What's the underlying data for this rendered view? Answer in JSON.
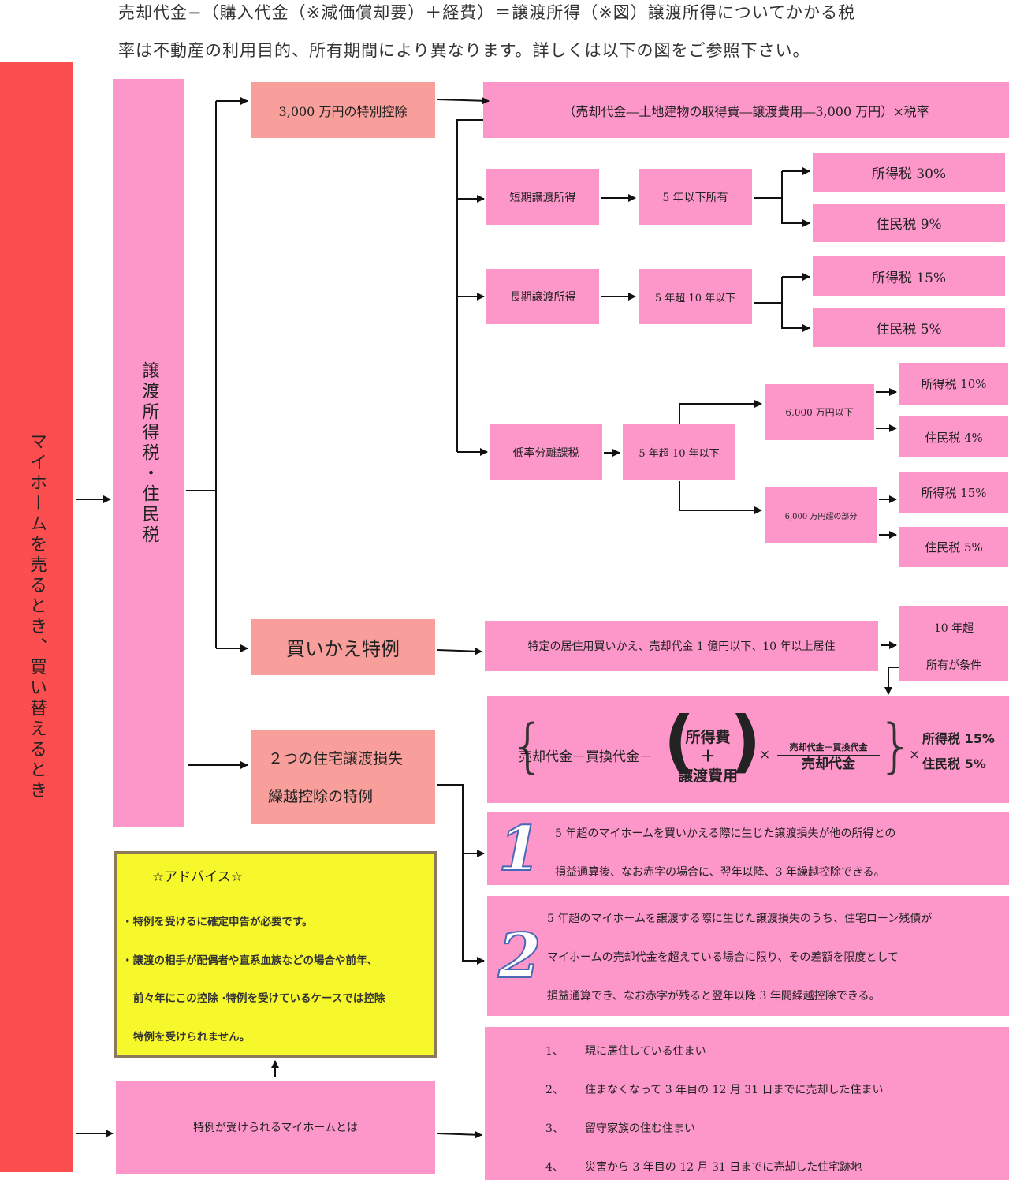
{
  "intro": {
    "line1": "売却代金−（購入代金（※減価償却要）＋経費）＝譲渡所得（※図）譲渡所得についてかかる税",
    "line2": "率は不動産の利用目的、所有期間により異なります。詳しくは以下の図をご参照下さい。"
  },
  "colors": {
    "red_bar": "#fc4d4f",
    "pink": "#fd96c9",
    "salmon": "#f89e9b",
    "advice_bg": "#f7f82b",
    "advice_border": "#8c7a5b"
  },
  "root": {
    "label": "マイホームを売るとき、買い替えるとき"
  },
  "tax_column": {
    "label": "譲渡所得税・住民税"
  },
  "special_deduction": {
    "label": "3,000 万円の特別控除",
    "formula": "（売却代金―土地建物の取得費―譲渡費用―3,000 万円）×税率"
  },
  "short_term": {
    "label": "短期譲渡所得",
    "holding": "5 年以下所有",
    "income_tax": "所得税 30%",
    "resident_tax": "住民税  9%"
  },
  "long_term": {
    "label": "長期譲渡所得",
    "holding": "5 年超 10 年以下",
    "income_tax": "所得税 15%",
    "resident_tax": "住民税 5%"
  },
  "low_rate": {
    "label": "低率分離課税",
    "holding": "5 年超 10 年以下",
    "under": {
      "label": "6,000 万円以下",
      "income_tax": "所得税 10%",
      "resident_tax": "住民税 4%"
    },
    "over": {
      "label": "6,000 万円超の部分",
      "income_tax": "所得税 15%",
      "resident_tax": "住民税 5%"
    }
  },
  "replacement": {
    "label": "買いかえ特例",
    "condition": "特定の居住用買いかえ、売却代金 1 億円以下、10 年以上居住",
    "ten_year_line1": "10 年超",
    "ten_year_line2": "所有が条件",
    "formula": {
      "left": "売却代金－買換代金－",
      "top": "所得費",
      "plus": "＋",
      "bottom": "譲渡費用",
      "times1": "×",
      "num": "売却代金－買換代金",
      "den": "売却代金",
      "times2": "×",
      "tax1": "所得税 15%",
      "tax2": "住民税 5%"
    }
  },
  "loss_carryover": {
    "line1": "２つの住宅譲渡損失",
    "line2": "繰越控除の特例",
    "item1": {
      "num": "1",
      "line1": "5 年超のマイホームを買いかえる際に生じた譲渡損失が他の所得との",
      "line2": "損益通算後、なお赤字の場合に、翌年以降、3 年繰越控除できる。"
    },
    "item2": {
      "num": "2",
      "line1": "5 年超のマイホームを譲渡する際に生じた譲渡損失のうち、住宅ローン残債が",
      "line2": "マイホームの売却代金を超えている場合に限り、その差額を限度として",
      "line3": "損益通算でき、なお赤字が残ると翌年以降 3 年間繰越控除できる。"
    }
  },
  "advice": {
    "title": "☆アドバイス☆",
    "line1": "・特例を受けるに確定申告が必要です。",
    "line2": "・譲渡の相手が配偶者や直系血族などの場合や前年、",
    "line3": "前々年にこの控除 ·特例を受けているケースでは控除",
    "line4": "特例を受けられません。"
  },
  "eligible_home": {
    "label": "特例が受けられるマイホームとは",
    "items": [
      {
        "n": "1、",
        "text": "現に居住している住まい"
      },
      {
        "n": "2、",
        "text": "住まなくなって 3 年目の 12 月 31 日までに売却した住まい"
      },
      {
        "n": "3、",
        "text": "留守家族の住む住まい"
      },
      {
        "n": "4、",
        "text": "災害から 3 年目の 12 月 31 日までに売却した住宅跡地"
      }
    ]
  }
}
